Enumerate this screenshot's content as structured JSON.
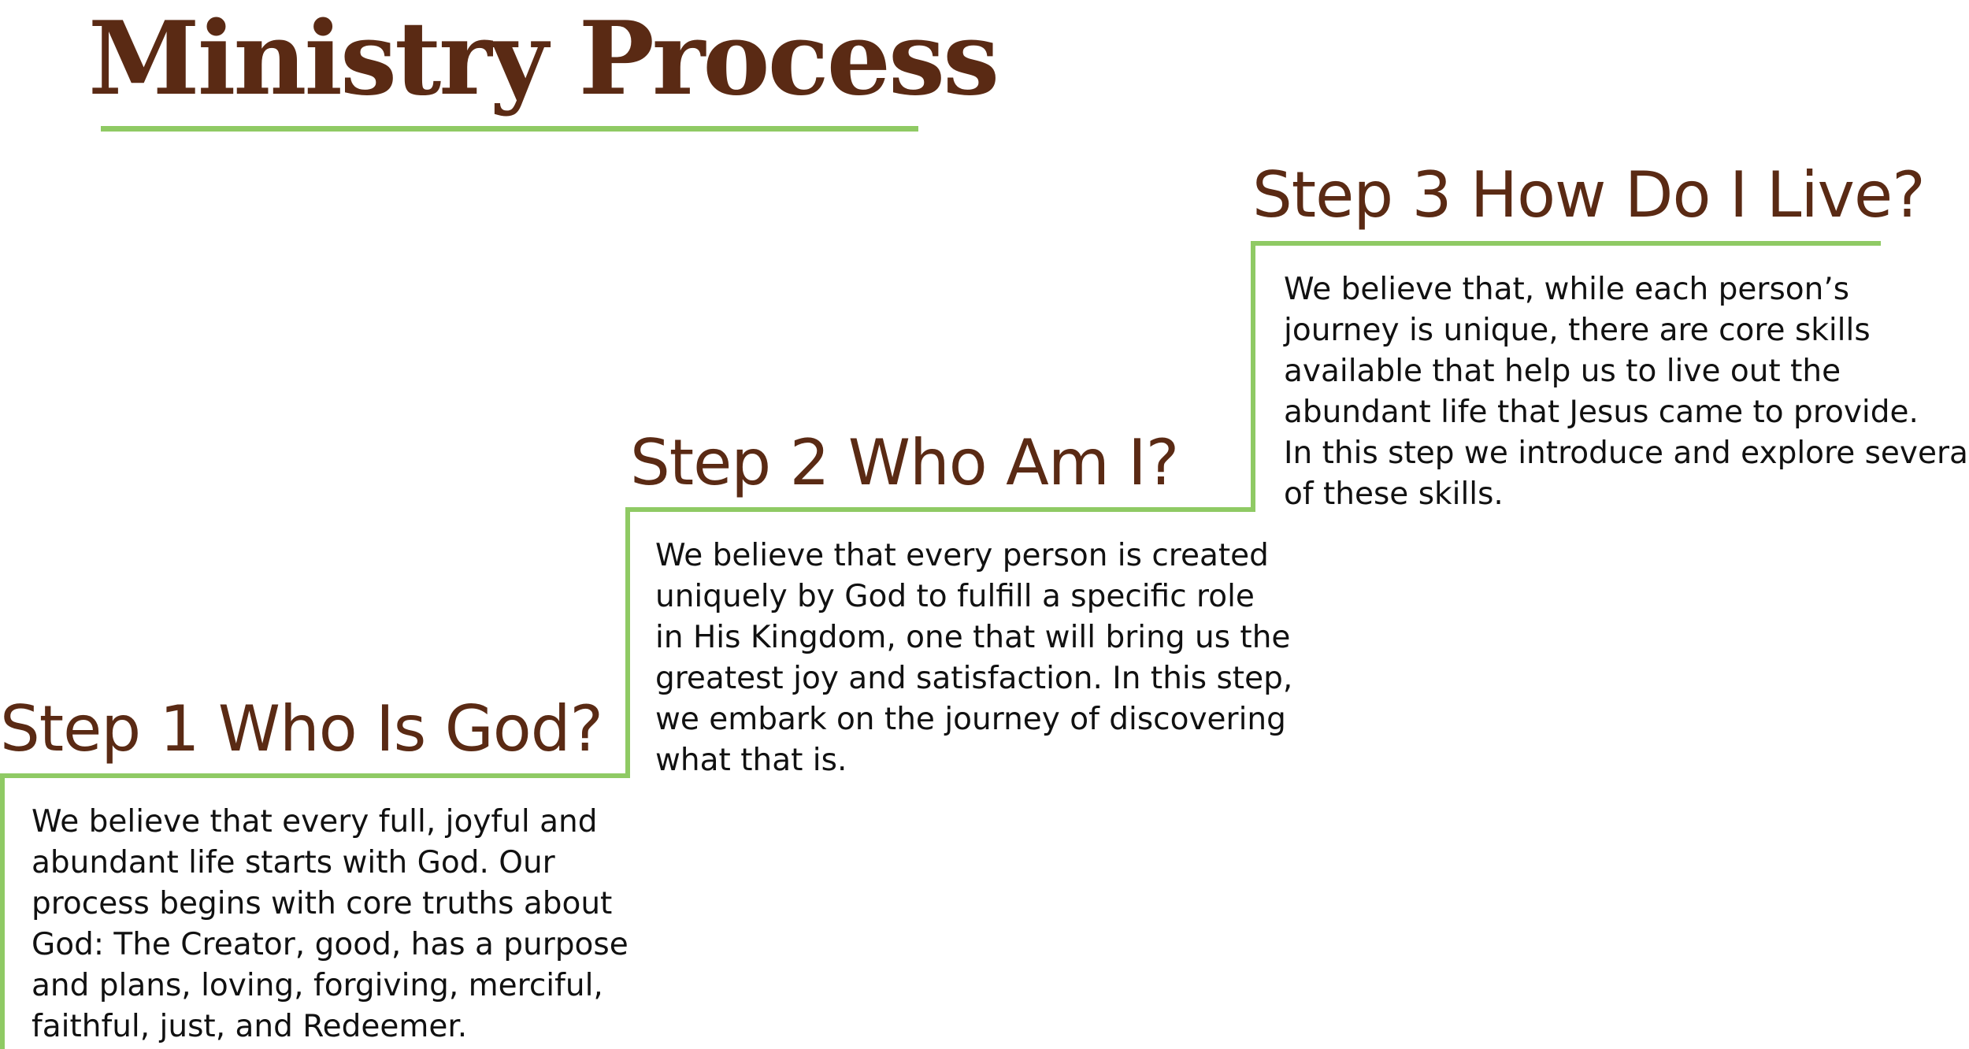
{
  "title": "Ministry Process",
  "colors": {
    "title": "#5a2a14",
    "heading": "#5a2a14",
    "line": "#8fca64",
    "body_text": "#111111"
  },
  "steps": [
    {
      "heading": "Step 1 Who Is God?",
      "lines": [
        "We believe that every full, joyful and",
        "abundant life starts with God. Our",
        "process begins with core truths about",
        "God: The Creator, good, has a purpose",
        "and plans, loving, forgiving, merciful,",
        "faithful, just, and Redeemer."
      ]
    },
    {
      "heading": "Step 2 Who Am I?",
      "lines": [
        "We believe that every person is created",
        "uniquely by God to fulfill a specific role",
        "in His Kingdom, one that will bring us the",
        "greatest joy and satisfaction. In this step,",
        "we embark on the journey of discovering",
        "what that is."
      ]
    },
    {
      "heading": "Step 3 How Do I Live?",
      "lines": [
        "We believe that, while each person’s",
        "journey is unique, there are core skills",
        "available that help us to live out the",
        "abundant life that Jesus came to provide.",
        "In this step we introduce and explore several",
        "of these skills."
      ]
    }
  ]
}
